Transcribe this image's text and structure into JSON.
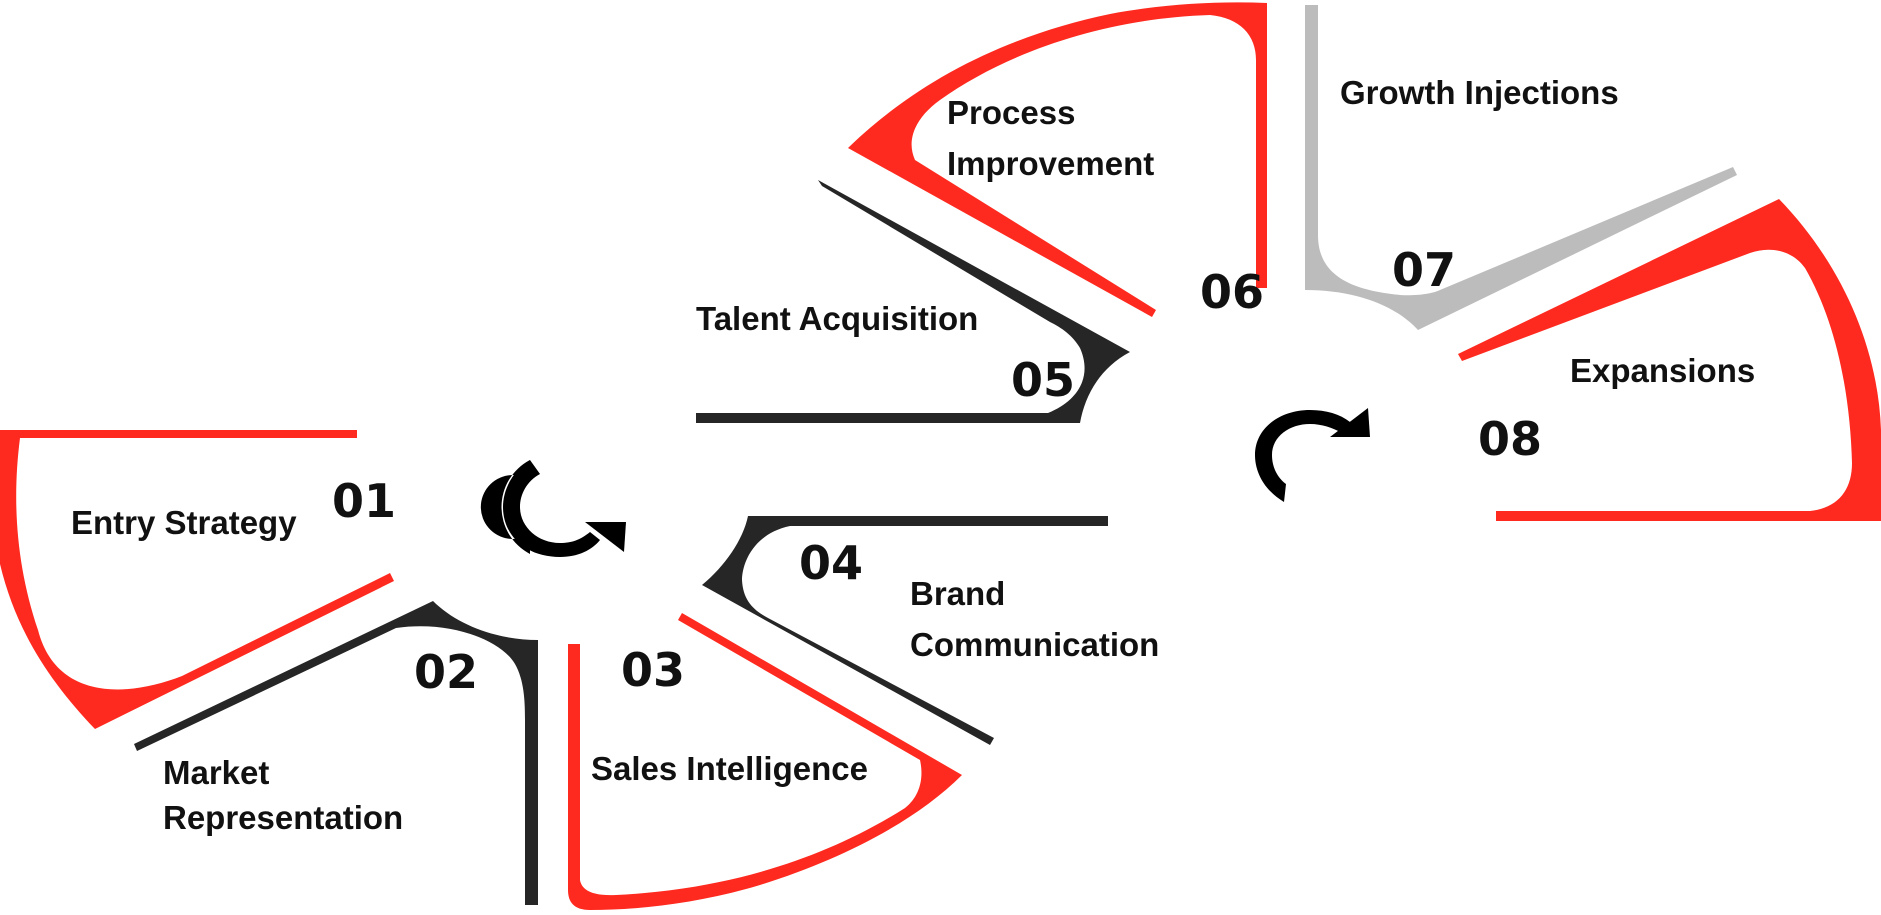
{
  "colors": {
    "red": "#ff2a1f",
    "dark": "#262626",
    "gray": "#bcbcbc",
    "arrow": "#000000"
  },
  "steps": [
    {
      "number": "01",
      "label": [
        "Entry Strategy"
      ],
      "color": "red",
      "icon": "red-fan-segment"
    },
    {
      "number": "02",
      "label": [
        "Market",
        "Representation"
      ],
      "color": "dark",
      "icon": "dark-fan-segment"
    },
    {
      "number": "03",
      "label": [
        "Sales Intelligence"
      ],
      "color": "red",
      "icon": "red-fan-segment"
    },
    {
      "number": "04",
      "label": [
        "Brand",
        "Communication"
      ],
      "color": "dark",
      "icon": "dark-fan-segment"
    },
    {
      "number": "05",
      "label": [
        "Talent Acquisition"
      ],
      "color": "dark",
      "icon": "dark-fan-segment"
    },
    {
      "number": "06",
      "label": [
        "Process",
        "Improvement"
      ],
      "color": "red",
      "icon": "red-fan-segment"
    },
    {
      "number": "07",
      "label": [
        "Growth Injections"
      ],
      "color": "gray",
      "icon": "gray-fan-segment"
    },
    {
      "number": "08",
      "label": [
        "Expansions"
      ],
      "color": "red",
      "icon": "red-fan-segment"
    }
  ],
  "cycle_arrows": [
    {
      "direction": "counterclockwise",
      "icon": "cycle-arrow-icon"
    },
    {
      "direction": "clockwise",
      "icon": "cycle-arrow-icon"
    }
  ]
}
